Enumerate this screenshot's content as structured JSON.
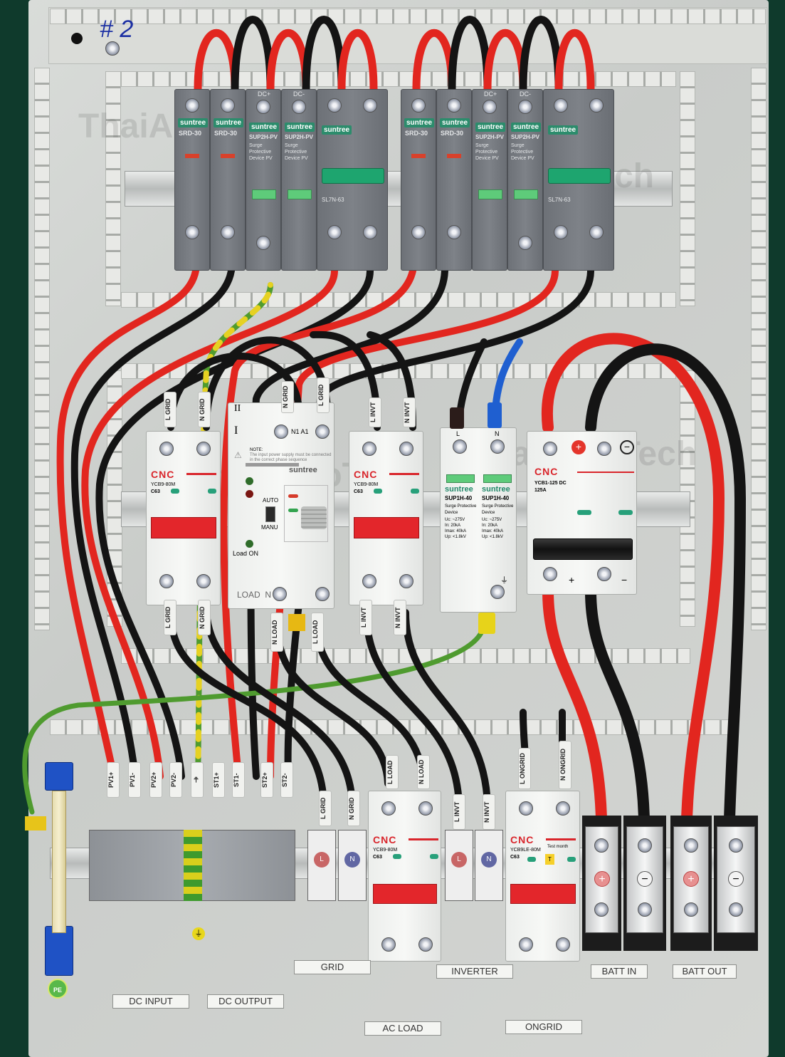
{
  "image": {
    "subject": "Solar hybrid distribution panel with DC/AC breakers, surge protectors and battery terminals",
    "panel_marking": "# 2",
    "watermark": "ThaiAgroTech"
  },
  "top_row": {
    "groups": [
      {
        "devices": [
          {
            "brand": "suntree",
            "model": "SRD-30",
            "type": "fuse holder"
          },
          {
            "brand": "suntree",
            "model": "SRD-30",
            "type": "fuse holder"
          },
          {
            "brand": "suntree",
            "model": "SUP2H-PV",
            "subtitle": "Surge Protective Device PV",
            "terminal": "DC+"
          },
          {
            "brand": "suntree",
            "model": "SUP2H-PV",
            "subtitle": "Surge Protective Device PV",
            "terminal": "DC-"
          },
          {
            "brand": "suntree",
            "model": "SL7N-63",
            "type": "DC breaker (2P)"
          }
        ]
      },
      {
        "devices": [
          {
            "brand": "suntree",
            "model": "SRD-30",
            "type": "fuse holder"
          },
          {
            "brand": "suntree",
            "model": "SRD-30",
            "type": "fuse holder"
          },
          {
            "brand": "suntree",
            "model": "SUP2H-PV",
            "subtitle": "Surge Protective Device PV",
            "terminal": "DC+"
          },
          {
            "brand": "suntree",
            "model": "SUP2H-PV",
            "subtitle": "Surge Protective Device PV",
            "terminal": "DC-"
          },
          {
            "brand": "suntree",
            "model": "SL7N-63",
            "type": "DC breaker (2P)"
          }
        ]
      }
    ]
  },
  "middle_row": {
    "grid_breaker": {
      "brand": "CNC",
      "model": "YCB9-80M",
      "rating": "C63",
      "top_labels": [
        "L GRID",
        "N GRID"
      ],
      "bottom_labels": [
        "L GRID",
        "N GRID"
      ]
    },
    "ats": {
      "brand": "suntree",
      "top_terminals": "N1 A1",
      "top_marks": [
        "II",
        "I"
      ],
      "note_label": "NOTE:",
      "note": "The input power supply must be connected in the correct phase sequence",
      "indicators": [
        "I",
        "II"
      ],
      "mode_auto": "AUTO",
      "mode_manu": "MANU",
      "load_on": "Load ON",
      "bottom_terminals": "LOAD  N  A",
      "top_labels": [
        "N GRID",
        "L GRID"
      ],
      "bottom_labels": [
        "N LOAD",
        "L LOAD"
      ]
    },
    "inverter_breaker": {
      "brand": "CNC",
      "model": "YCB9-80M",
      "rating": "C63",
      "top_labels": [
        "L INVT",
        "N INVT"
      ],
      "bottom_labels": [
        "L INVT",
        "N INVT"
      ]
    },
    "ac_spd": {
      "poles": [
        {
          "terminal": "L",
          "brand": "suntree",
          "model": "SUP1H-40",
          "subtitle": "Surge Protective Device",
          "specs": [
            [
              "Uc:",
              "~275V"
            ],
            [
              "In:",
              "20kA"
            ],
            [
              "Imax:",
              "40kA"
            ],
            [
              "Up:",
              "<1.8kV"
            ]
          ]
        },
        {
          "terminal": "N",
          "brand": "suntree",
          "model": "SUP1H-40",
          "subtitle": "Surge Protective Device",
          "specs": [
            [
              "Uc:",
              "~275V"
            ],
            [
              "In:",
              "20kA"
            ],
            [
              "Imax:",
              "40kA"
            ],
            [
              "Up:",
              "<1.8kV"
            ]
          ]
        }
      ]
    },
    "battery_breaker": {
      "brand": "CNC",
      "model": "YCB1-125 DC",
      "rating": "125A",
      "top_symbols": [
        "+",
        "−"
      ],
      "bottom_symbols": [
        "+",
        "−"
      ]
    }
  },
  "bottom_row": {
    "cable_labels": [
      "PV1+",
      "PV1-",
      "PV2+",
      "PV2-",
      "⏚",
      "ST1+",
      "ST1-",
      "ST2+",
      "ST2-"
    ],
    "grid_terminals": {
      "top_labels": [
        "L GRID",
        "N GRID"
      ],
      "markers": [
        "L",
        "N"
      ]
    },
    "load_breaker": {
      "brand": "CNC",
      "model": "YCB9-80M",
      "rating": "C63",
      "top_labels": [
        "L LOAD",
        "N LOAD"
      ]
    },
    "inverter_terminals": {
      "top_labels": [
        "L INVT",
        "N INVT"
      ],
      "markers": [
        "L",
        "N"
      ]
    },
    "ongrid_rcbo": {
      "brand": "CNC",
      "model": "YCB9LE-80M",
      "rating": "C63",
      "test_label": "Test month",
      "test_button": "T",
      "top_labels": [
        "L ONGRID",
        "N ONGRID"
      ]
    },
    "battery_terminals": [
      {
        "polarity": "+"
      },
      {
        "polarity": "−"
      },
      {
        "polarity": "+"
      },
      {
        "polarity": "−"
      }
    ],
    "pe_label": "PE"
  },
  "section_labels": {
    "dc_input": "DC INPUT",
    "dc_output": "DC OUTPUT",
    "grid": "GRID",
    "ac_load": "AC LOAD",
    "inverter": "INVERTER",
    "ongrid": "ONGRID",
    "batt_in": "BATT IN",
    "batt_out": "BATT OUT"
  },
  "colors": {
    "background_mat": "#0f3a2c",
    "panel": "#d5d7d4",
    "wire_red": "#e2261f",
    "wire_black": "#141414",
    "wire_earth_green": "#4f9b2f",
    "wire_earth_yellow": "#e6d122",
    "cnc_red": "#d9252b",
    "suntree_green": "#2c8c6c"
  }
}
